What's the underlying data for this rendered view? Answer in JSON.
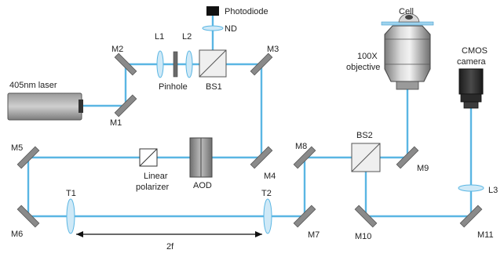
{
  "components": {
    "laser": "405nm laser",
    "photodiode": "Photodiode",
    "nd": "ND",
    "cell": "Cell",
    "objective_line1": "100X",
    "objective_line2": "objective",
    "camera_line1": "CMOS",
    "camera_line2": "camera",
    "pinhole": "Pinhole",
    "bs1": "BS1",
    "bs2": "BS2",
    "aod": "AOD",
    "polarizer_line1": "Linear",
    "polarizer_line2": "polarizer",
    "distance": "2f"
  },
  "mirrors": [
    "M1",
    "M2",
    "M3",
    "M4",
    "M5",
    "M6",
    "M7",
    "M8",
    "M9",
    "M10",
    "M11"
  ],
  "lenses": [
    "L1",
    "L2",
    "L3",
    "T1",
    "T2"
  ],
  "colors": {
    "beam": "#5ab6e3",
    "mirror": "#8a8a8a",
    "lens": "#cfe9f7"
  }
}
